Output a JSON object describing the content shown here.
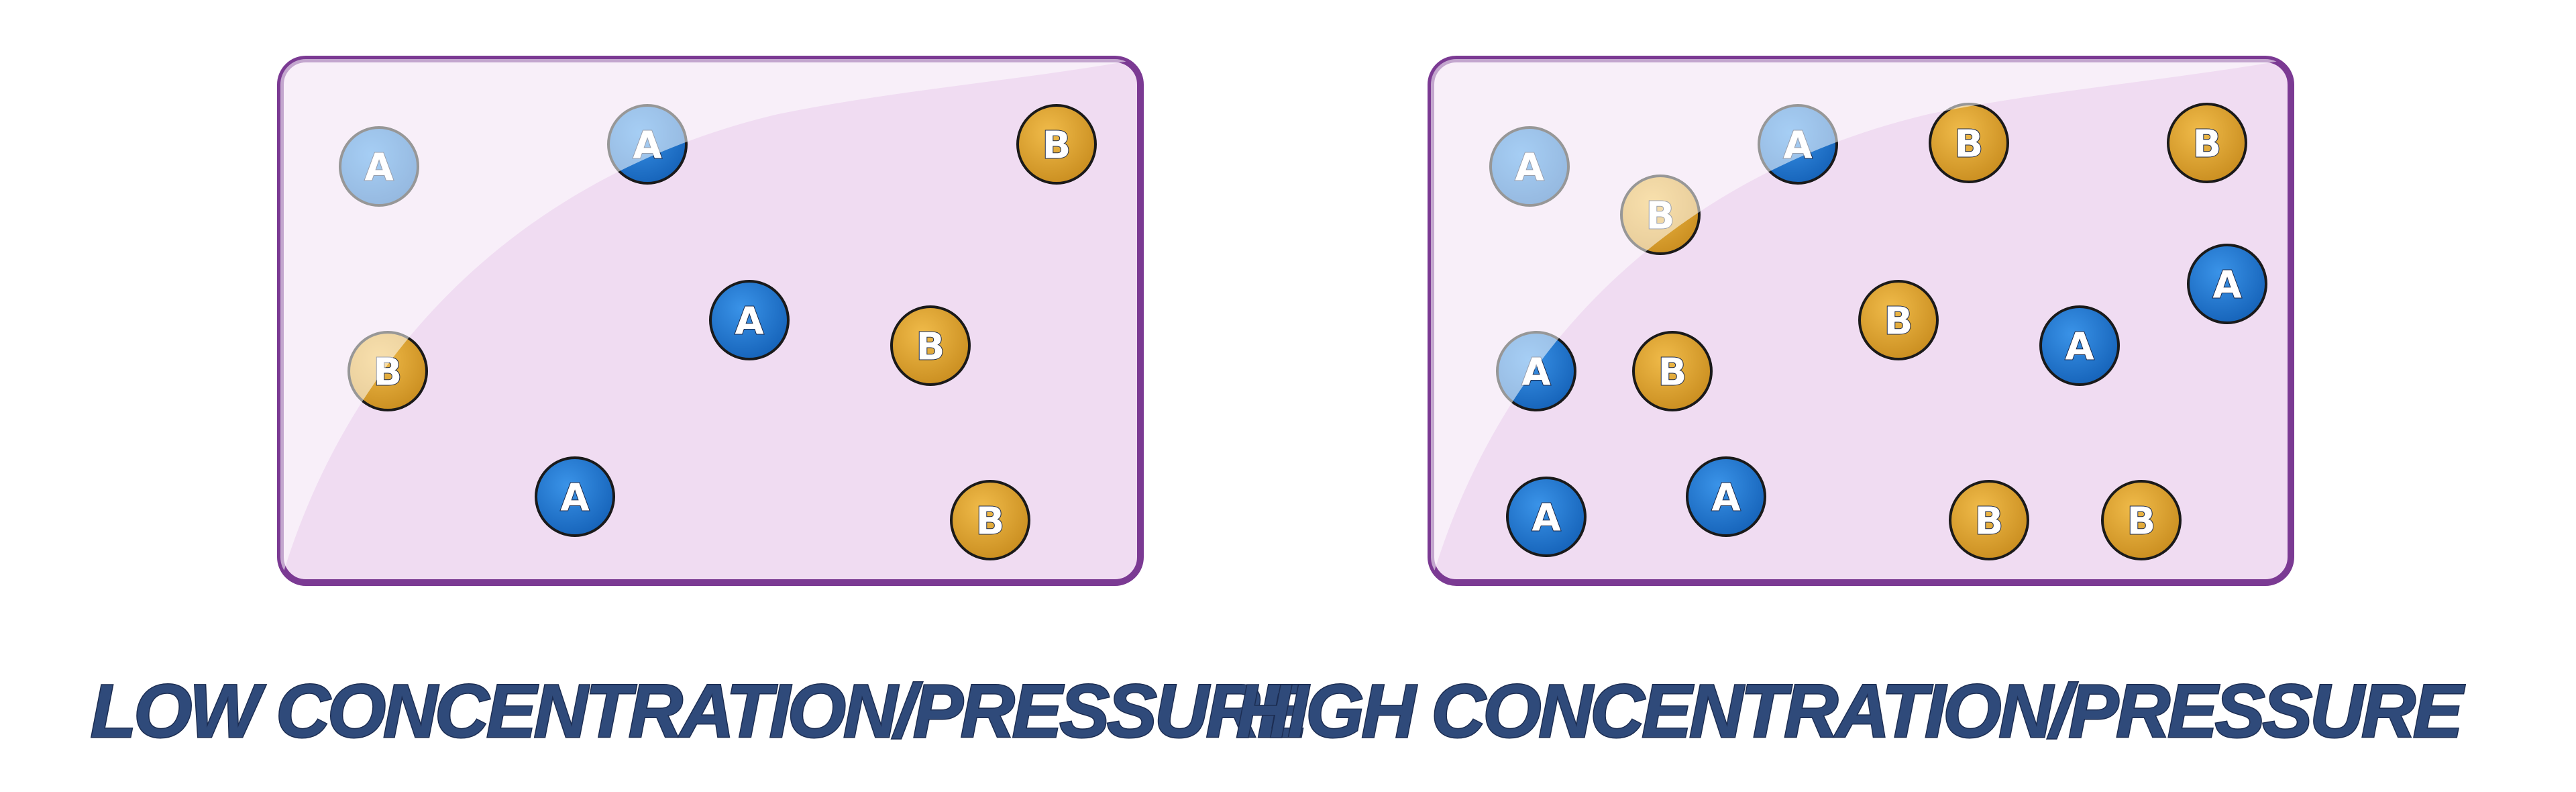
{
  "panels": [
    {
      "caption": "LOW CONCENTRATION/PRESSURE",
      "particles": [
        {
          "label": "A"
        },
        {
          "label": "A"
        },
        {
          "label": "B"
        },
        {
          "label": "B"
        },
        {
          "label": "A"
        },
        {
          "label": "B"
        },
        {
          "label": "A"
        },
        {
          "label": "B"
        }
      ]
    },
    {
      "caption": "HIGH CONCENTRATION/PRESSURE",
      "particles": [
        {
          "label": "A"
        },
        {
          "label": "B"
        },
        {
          "label": "A"
        },
        {
          "label": "B"
        },
        {
          "label": "B"
        },
        {
          "label": "A"
        },
        {
          "label": "B"
        },
        {
          "label": "A"
        },
        {
          "label": "A"
        },
        {
          "label": "B"
        },
        {
          "label": "A"
        },
        {
          "label": "A"
        },
        {
          "label": "B"
        },
        {
          "label": "B"
        }
      ]
    }
  ],
  "colors": {
    "container_fill": "#f0dcf2",
    "container_border": "#7b3a93",
    "particle_a": "#1a74cf",
    "particle_b": "#d89e2b",
    "caption": "#2f4a7a"
  }
}
